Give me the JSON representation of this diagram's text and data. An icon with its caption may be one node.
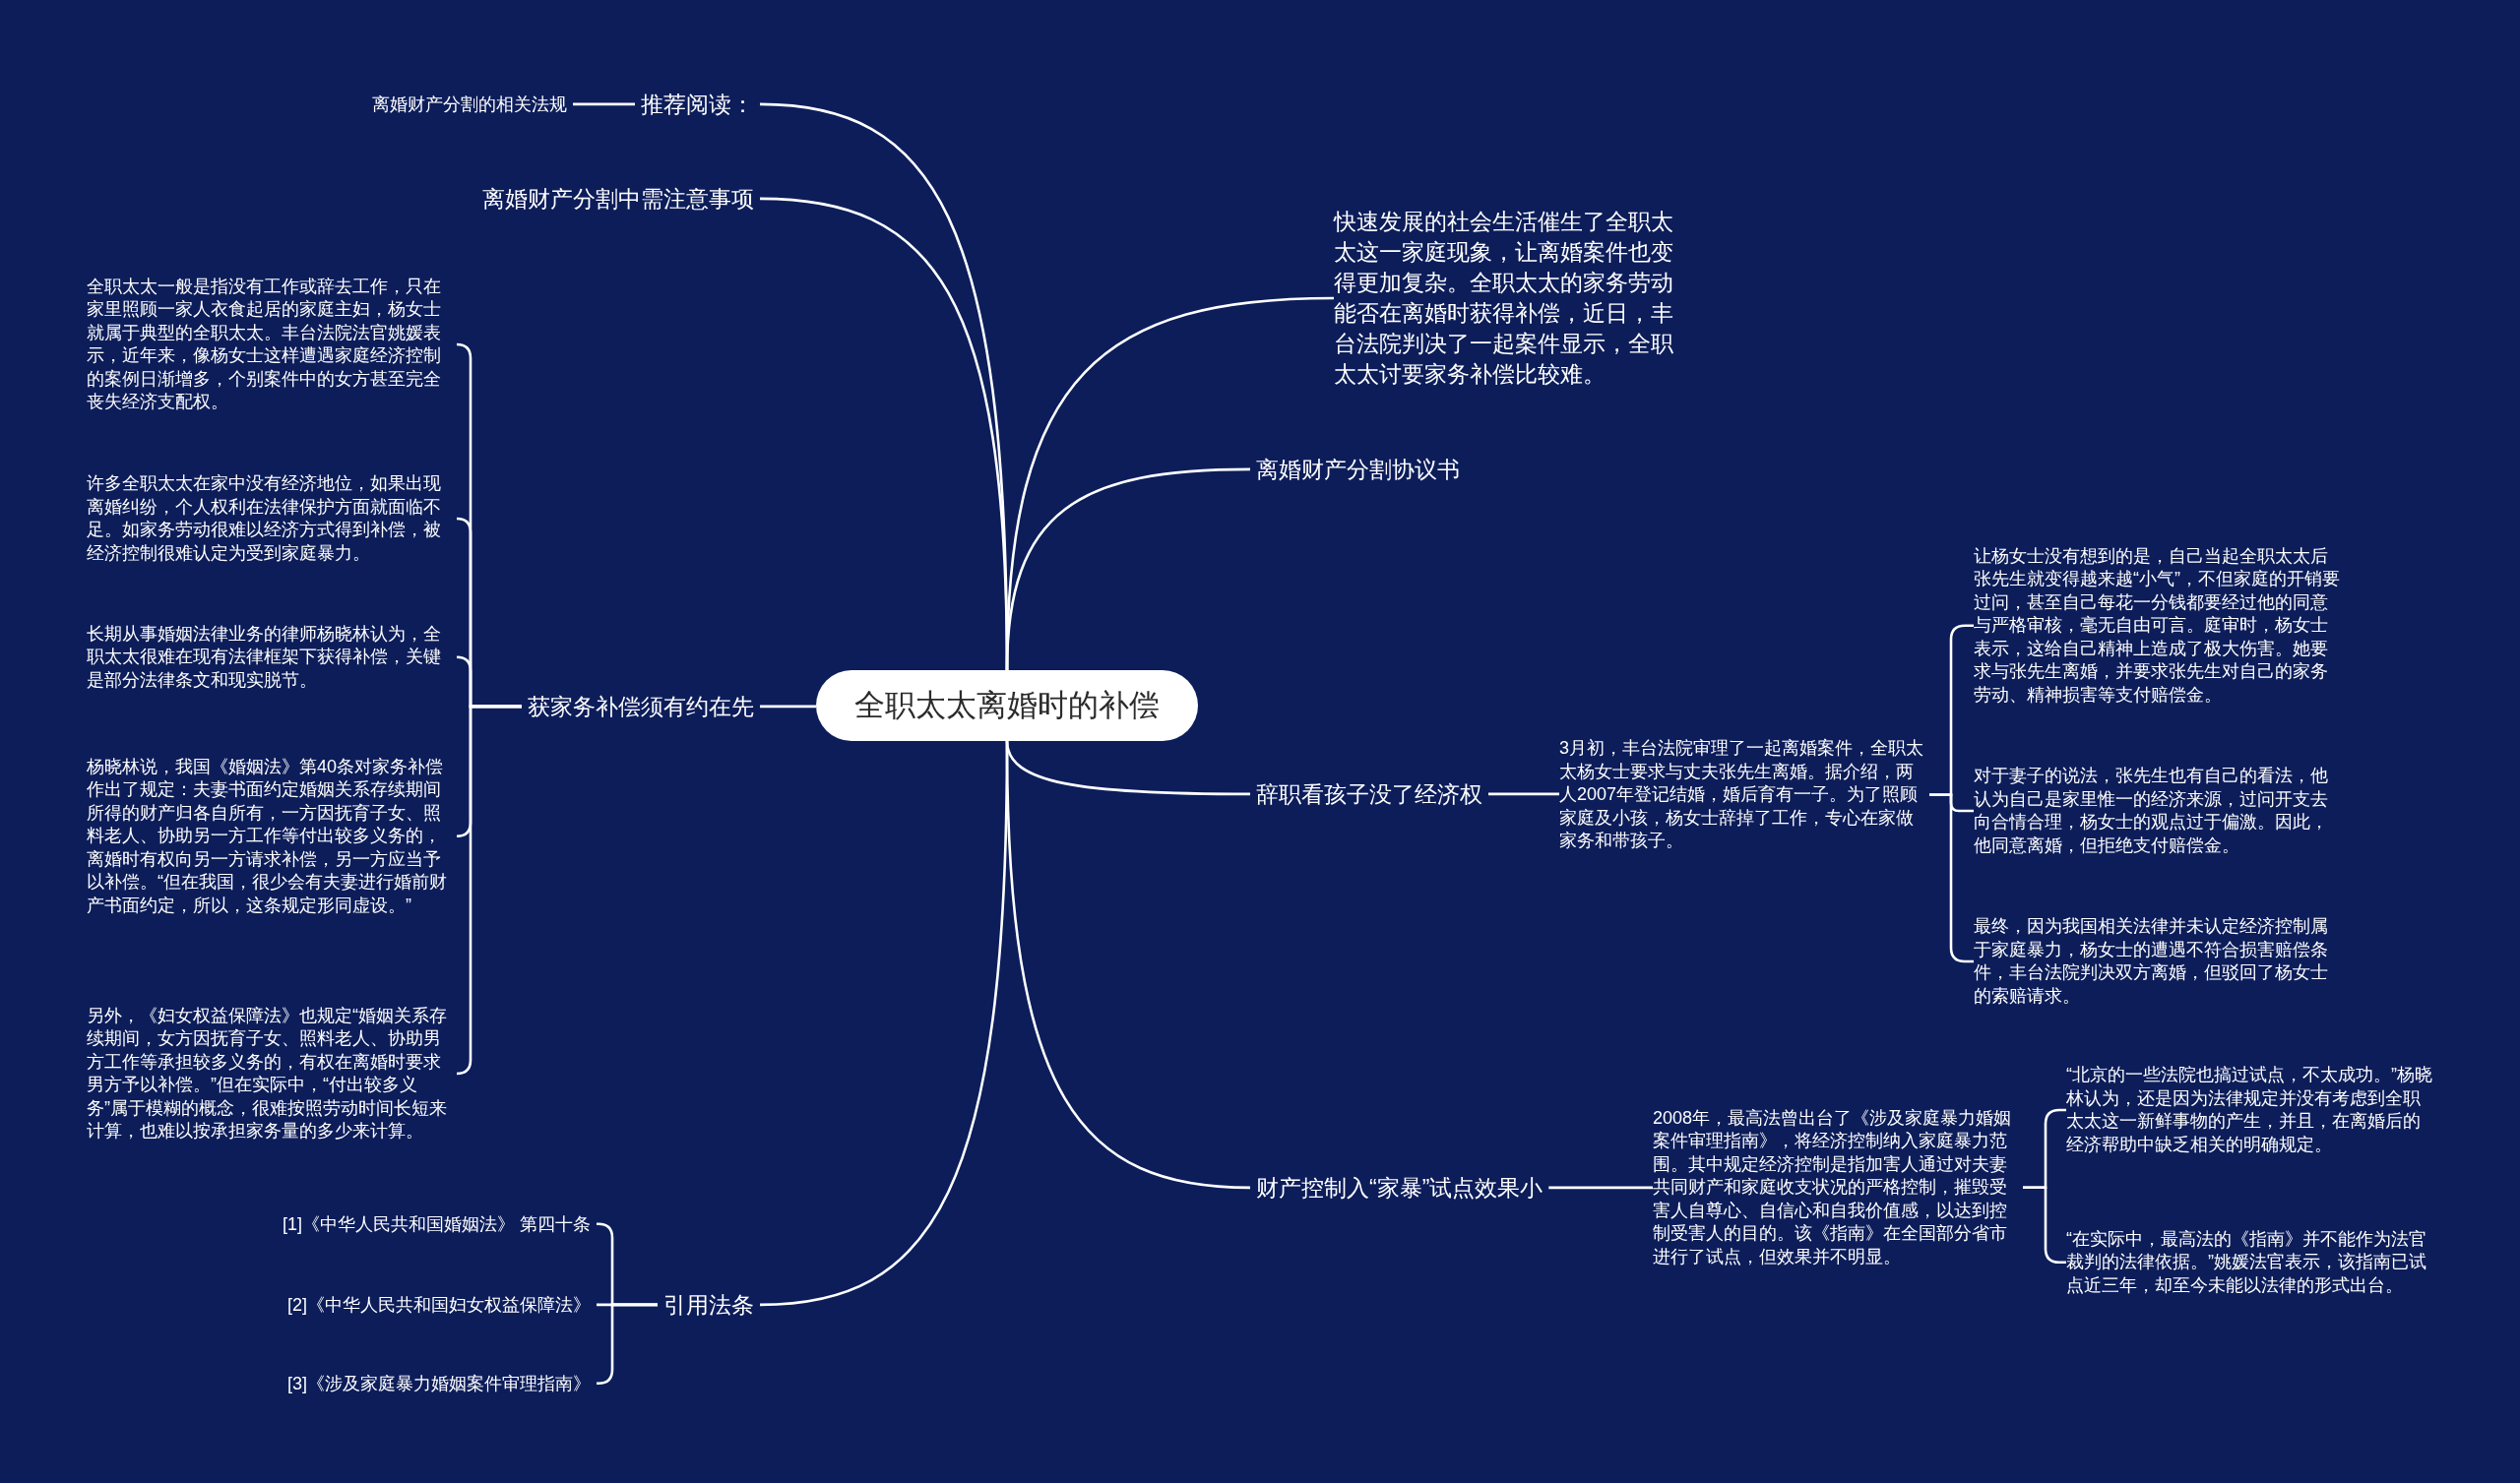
{
  "diagram": {
    "nodes": [
      {
        "text": [
          "全职太太离婚时的补偿"
        ]
      },
      {
        "text": [
          "推荐阅读："
        ]
      },
      {
        "text": [
          "离婚财产分割的相关法规"
        ]
      },
      {
        "text": [
          "离婚财产分割中需注意事项"
        ]
      },
      {
        "text": [
          "获家务补偿须有约在先"
        ]
      },
      {
        "text": [
          "全职太太一般是指没有工作或辞去工作，只在家里照顾一家人衣食起居的家庭主妇，杨女士就属于典型的全职太太。丰台法院法官姚媛表示，近年来，像杨女士这样遭遇家庭经济控制的案例日渐增多，个别案件中的女方甚至完全丧失经济支配权。"
        ]
      },
      {
        "text": [
          "许多全职太太在家中没有经济地位，如果出现离婚纠纷，个人权利在法律保护方面就面临不足。如家务劳动很难以经济方式得到补偿，被经济控制很难认定为受到家庭暴力。"
        ]
      },
      {
        "text": [
          "长期从事婚姻法律业务的律师杨晓林认为，全职太太很难在现有法律框架下获得补偿，关键是部分法律条文和现实脱节。"
        ]
      },
      {
        "text": [
          "杨晓林说，我国《婚姻法》第40条对家务补偿作出了规定：夫妻书面约定婚姻关系存续期间所得的财产归各自所有，一方因抚育子女、照料老人、协助另一方工作等付出较多义务的，离婚时有权向另一方请求补偿，另一方应当予以补偿。“但在我国，很少会有夫妻进行婚前财产书面约定，所以，这条规定形同虚设。”"
        ]
      },
      {
        "text": [
          "另外，《妇女权益保障法》也规定“婚姻关系存续期间，女方因抚育子女、照料老人、协助男方工作等承担较多义务的，有权在离婚时要求男方予以补偿。”但在实际中，“付出较多义务”属于模糊的概念，很难按照劳动时间长短来计算，也难以按承担家务量的多少来计算。"
        ]
      },
      {
        "text": [
          "引用法条"
        ]
      },
      {
        "text": [
          "[1]《中华人民共和国婚姻法》 第四十条"
        ]
      },
      {
        "text": [
          "[2]《中华人民共和国妇女权益保障法》"
        ]
      },
      {
        "text": [
          "[3]《涉及家庭暴力婚姻案件审理指南》"
        ]
      },
      {
        "text": [
          "快速发展的社会生活催生了全职太太这一家庭现象，让离婚案件也变得更加复杂。全职太太的家务劳动能否在离婚时获得补偿，近日，丰台法院判决了一起案件显示，全职太太讨要家务补偿比较难。"
        ]
      },
      {
        "text": [
          "离婚财产分割协议书"
        ]
      },
      {
        "text": [
          "辞职看孩子没了经济权"
        ]
      },
      {
        "text": [
          "3月初，丰台法院审理了一起离婚案件，全职太太杨女士要求与丈夫张先生离婚。据介绍，两人2007年登记结婚，婚后育有一子。为了照顾家庭及小孩，杨女士辞掉了工作，专心在家做家务和带孩子。"
        ]
      },
      {
        "text": [
          "让杨女士没有想到的是，自己当起全职太太后张先生就变得越来越“小气”，不但家庭的开销要过问，甚至自己每花一分钱都要经过他的同意与严格审核，毫无自由可言。庭审时，杨女士表示，这给自己精神上造成了极大伤害。她要求与张先生离婚，并要求张先生对自己的家务劳动、精神损害等支付赔偿金。"
        ]
      },
      {
        "text": [
          "对于妻子的说法，张先生也有自己的看法，他认为自己是家里惟一的经济来源，过问开支去向合情合理，杨女士的观点过于偏激。因此，他同意离婚，但拒绝支付赔偿金。"
        ]
      },
      {
        "text": [
          "最终，因为我国相关法律并未认定经济控制属于家庭暴力，杨女士的遭遇不符合损害赔偿条件，丰台法院判决双方离婚，但驳回了杨女士的索赔请求。"
        ]
      },
      {
        "text": [
          "财产控制入“家暴”试点效果小"
        ]
      },
      {
        "text": [
          "2008年，最高法曾出台了《涉及家庭暴力婚姻案件审理指南》，将经济控制纳入家庭暴力范围。其中规定经济控制是指加害人通过对夫妻共同财产和家庭收支状况的严格控制，摧毁受害人自尊心、自信心和自我价值感，以达到控制受害人的目的。该《指南》在全国部分省市进行了试点，但效果并不明显。"
        ]
      },
      {
        "text": [
          "“北京的一些法院也搞过试点，不太成功。”杨晓林认为，还是因为法律规定并没有考虑到全职太太这一新鲜事物的产生，并且，在离婚后的经济帮助中缺乏相关的明确规定。"
        ]
      },
      {
        "text": [
          "“在实际中，最高法的《指南》并不能作为法官裁判的法律依据。”姚媛法官表示，该指南已试点近三年，却至今未能以法律的形式出台。"
        ]
      }
    ],
    "edges": [
      {
        "from": 0,
        "to": 1,
        "arrow": "none"
      },
      {
        "from": 1,
        "to": 2,
        "arrow": "none"
      },
      {
        "from": 0,
        "to": 3,
        "arrow": "none"
      },
      {
        "from": 0,
        "to": 4,
        "arrow": "none"
      },
      {
        "from": 4,
        "to": 5,
        "arrow": "none"
      },
      {
        "from": 4,
        "to": 6,
        "arrow": "none"
      },
      {
        "from": 4,
        "to": 7,
        "arrow": "none"
      },
      {
        "from": 4,
        "to": 8,
        "arrow": "none"
      },
      {
        "from": 4,
        "to": 9,
        "arrow": "none"
      },
      {
        "from": 0,
        "to": 10,
        "arrow": "none"
      },
      {
        "from": 10,
        "to": 11,
        "arrow": "none"
      },
      {
        "from": 10,
        "to": 12,
        "arrow": "none"
      },
      {
        "from": 10,
        "to": 13,
        "arrow": "none"
      },
      {
        "from": 0,
        "to": 14,
        "arrow": "none"
      },
      {
        "from": 0,
        "to": 15,
        "arrow": "none"
      },
      {
        "from": 0,
        "to": 16,
        "arrow": "none"
      },
      {
        "from": 16,
        "to": 17,
        "arrow": "none"
      },
      {
        "from": 17,
        "to": 18,
        "arrow": "none"
      },
      {
        "from": 17,
        "to": 19,
        "arrow": "none"
      },
      {
        "from": 17,
        "to": 20,
        "arrow": "none"
      },
      {
        "from": 0,
        "to": 21,
        "arrow": "none"
      },
      {
        "from": 21,
        "to": 22,
        "arrow": "none"
      },
      {
        "from": 22,
        "to": 23,
        "arrow": "none"
      },
      {
        "from": 22,
        "to": 24,
        "arrow": "none"
      }
    ]
  }
}
